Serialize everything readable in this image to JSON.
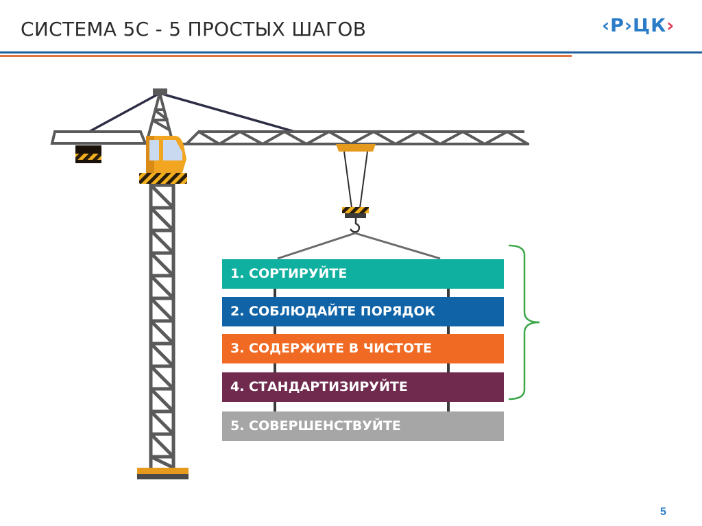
{
  "header": {
    "title": "СИСТЕМА 5С - 5 ПРОСТЫХ ШАГОВ"
  },
  "logo": {
    "text_left": "‹Р›ЦК",
    "text_right": "›",
    "brand_blue": "#2a7cc7",
    "brand_red": "#e03a52"
  },
  "steps": [
    {
      "label": "1. СОРТИРУЙТЕ",
      "color": "#0fb09f"
    },
    {
      "label": "2. СОБЛЮДАЙТЕ ПОРЯДОК",
      "color": "#0f63a6"
    },
    {
      "label": "3. СОДЕРЖИТЕ В ЧИСТОТЕ",
      "color": "#f06a24"
    },
    {
      "label": "4. СТАНДАРТИЗИРУЙТЕ",
      "color": "#6f2a4e"
    },
    {
      "label": "5. СОВЕРШЕНСТВУЙТЕ",
      "color": "#a6a6a6"
    }
  ],
  "footer": {
    "page_number": "5"
  }
}
